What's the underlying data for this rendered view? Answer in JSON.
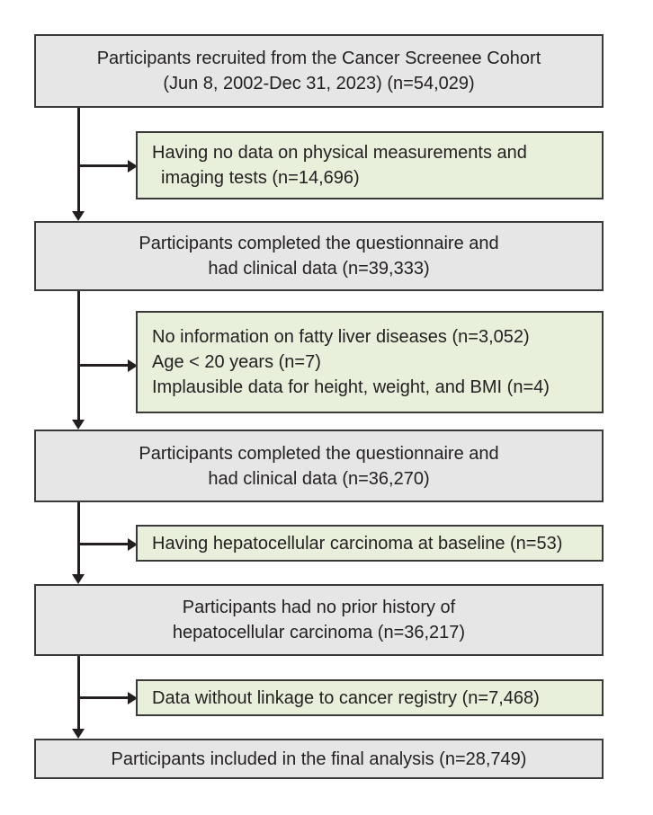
{
  "flow": {
    "step1": {
      "lines": [
        "Participants recruited from the Cancer Screenee Cohort",
        "(Jun 8, 2002-Dec 31, 2023) (n=54,029)"
      ]
    },
    "exclusion1": {
      "lines": [
        "Having no data on physical measurements and",
        "imaging tests (n=14,696)"
      ]
    },
    "step2": {
      "lines": [
        "Participants completed the questionnaire and",
        "had clinical data (n=39,333)"
      ]
    },
    "exclusion2": {
      "lines": [
        "No information on fatty liver diseases (n=3,052)",
        "Age < 20 years (n=7)",
        "Implausible data for height, weight, and BMI (n=4)"
      ]
    },
    "step3": {
      "lines": [
        "Participants completed the questionnaire and",
        "had clinical data (n=36,270)"
      ]
    },
    "exclusion3": {
      "lines": [
        "Having hepatocellular carcinoma at baseline (n=53)"
      ]
    },
    "step4": {
      "lines": [
        "Participants had no prior history of",
        "hepatocellular carcinoma (n=36,217)"
      ]
    },
    "exclusion4": {
      "lines": [
        "Data without linkage to cancer registry (n=7,468)"
      ]
    },
    "step5": {
      "lines": [
        "Participants included in the final analysis (n=28,749)"
      ]
    }
  },
  "colors": {
    "main_box_fill": "#e6e6e6",
    "exclusion_box_fill": "#e8f0dc",
    "border": "#3a3a3a",
    "arrow": "#231f20"
  }
}
